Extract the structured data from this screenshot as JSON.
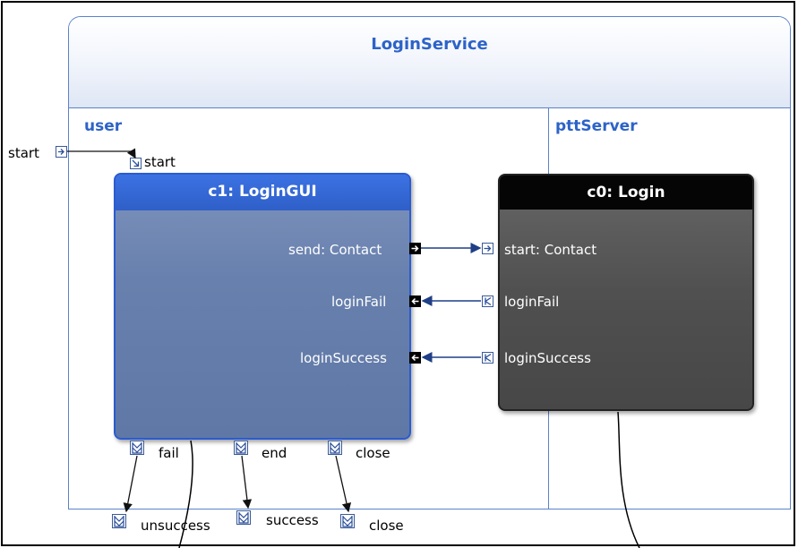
{
  "service": {
    "title": "LoginService"
  },
  "partitions": {
    "left": "user",
    "right": "pttServer"
  },
  "parts": {
    "gui": {
      "title": "c1: LoginGUI",
      "ports": {
        "send": "send: Contact",
        "fail_in": "loginFail",
        "success_in": "loginSuccess"
      },
      "bottom_ports": {
        "fail": "fail",
        "end": "end",
        "close": "close"
      }
    },
    "login": {
      "title": "c0: Login",
      "ports": {
        "start": "start: Contact",
        "fail": "loginFail",
        "success": "loginSuccess"
      }
    }
  },
  "external": {
    "start_outer": "start",
    "start_inner": "start",
    "unsuccess": "unsuccess",
    "success": "success",
    "close": "close"
  },
  "colors": {
    "accent": "#2d63c8",
    "gui_body": "#6880ad",
    "login_body": "#505050"
  }
}
